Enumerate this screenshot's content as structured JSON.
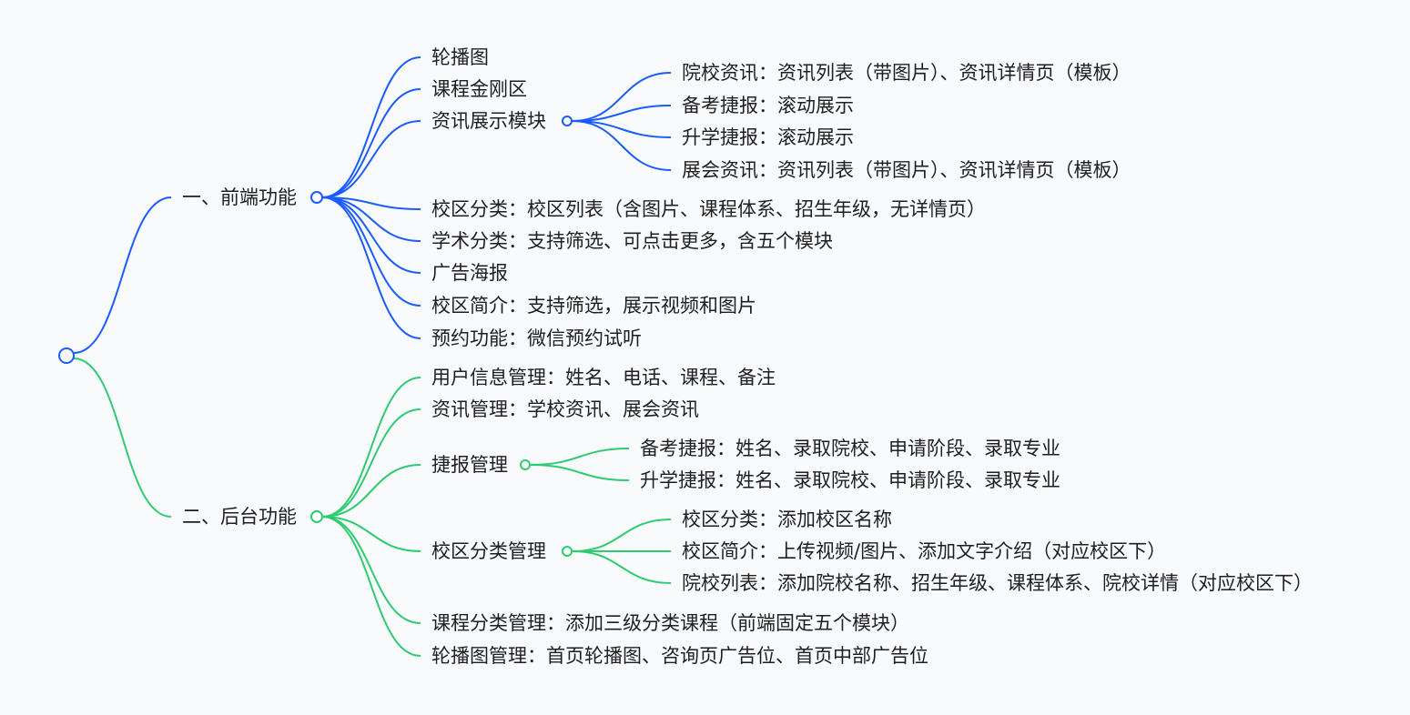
{
  "colors": {
    "front": "#1a5cff",
    "back": "#2ecc71",
    "background": "#f8fafc"
  },
  "front": {
    "label": "一、前端功能",
    "items": [
      "轮播图",
      "课程金刚区",
      "资讯展示模块",
      "校区分类：校区列表（含图片、课程体系、招生年级，无详情页）",
      "学术分类：支持筛选、可点击更多，含五个模块",
      "广告海报",
      "校区简介：支持筛选，展示视频和图片",
      "预约功能：微信预约试听"
    ],
    "news_children": [
      "院校资讯：资讯列表（带图片）、资讯详情页（模板）",
      "备考捷报：滚动展示",
      "升学捷报：滚动展示",
      "展会资讯：资讯列表（带图片）、资讯详情页（模板）"
    ]
  },
  "back": {
    "label": "二、后台功能",
    "items": [
      "用户信息管理：姓名、电话、课程、备注",
      "资讯管理：学校资讯、展会资讯",
      "捷报管理",
      "校区分类管理",
      "课程分类管理：添加三级分类课程（前端固定五个模块）",
      "轮播图管理：首页轮播图、咨询页广告位、首页中部广告位"
    ],
    "report_children": [
      "备考捷报：姓名、录取院校、申请阶段、录取专业",
      "升学捷报：姓名、录取院校、申请阶段、录取专业"
    ],
    "campus_children": [
      "校区分类：添加校区名称",
      "校区简介：上传视频/图片、添加文字介绍（对应校区下）",
      "院校列表：添加院校名称、招生年级、课程体系、院校详情（对应校区下）"
    ]
  }
}
